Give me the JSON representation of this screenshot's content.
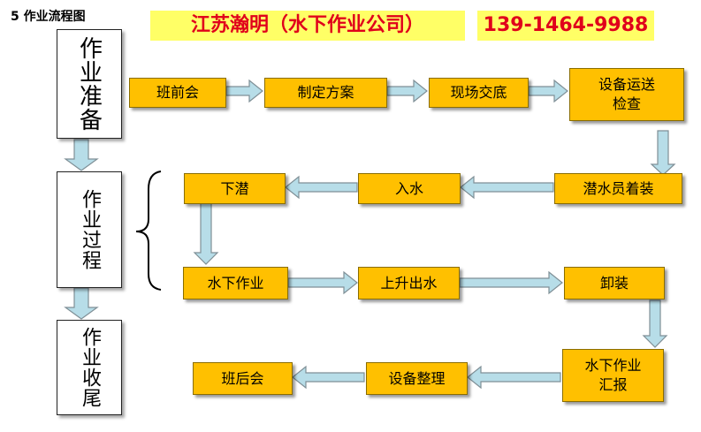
{
  "title": "5 作业流程图",
  "banner": {
    "company": "江苏瀚明（水下作业公司）",
    "phone": "139-1464-9988"
  },
  "stages": {
    "prepare": "作业准备",
    "process": "作业过程",
    "finish": "作业收尾"
  },
  "steps": {
    "briefing": "班前会",
    "planning": "制定方案",
    "site_handover": "现场交底",
    "equipment_check": "设备运送\n检查",
    "diver_dressing": "潜水员着装",
    "enter_water": "入水",
    "dive": "下潜",
    "underwater_work": "水下作业",
    "ascend": "上升出水",
    "undress": "卸装",
    "work_report": "水下作业\n汇报",
    "equipment_sort": "设备整理",
    "debriefing": "班后会"
  },
  "colors": {
    "box_fill": "#ffc000",
    "arrow_fill": "#b7dde8",
    "arrow_stroke": "#7f8f96",
    "banner_fill": "#ffff66",
    "banner_text": "#e0001b"
  }
}
